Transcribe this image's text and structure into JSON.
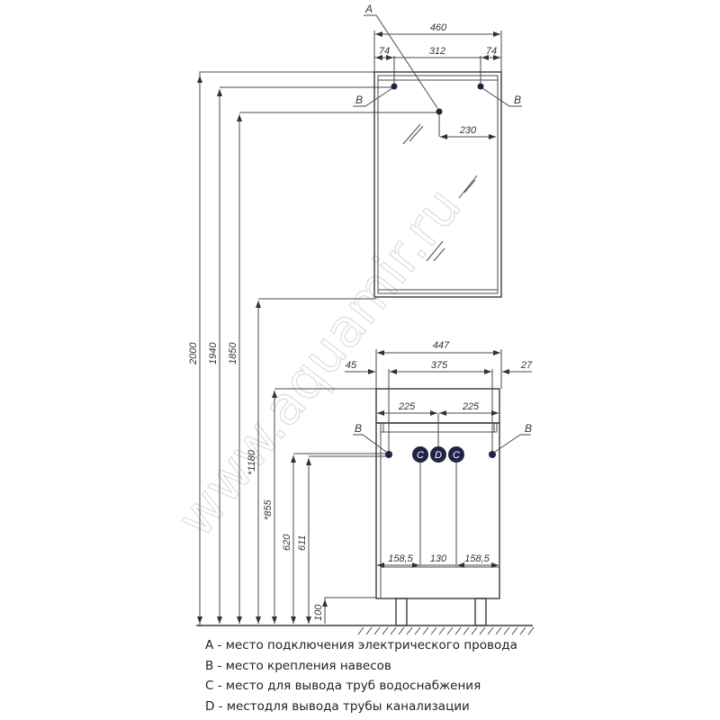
{
  "watermark": "www.aquamir.ru",
  "colors": {
    "line": "#4a4a4a",
    "marker": "#1f2445"
  },
  "mirror": {
    "point_a": "A",
    "point_b": "B",
    "dims": {
      "total_width": "460",
      "left_offset": "74",
      "between": "312",
      "right_offset": "74",
      "a_offset": "230"
    }
  },
  "vanity": {
    "point_b": "B",
    "point_c": "C",
    "point_d": "D",
    "dims": {
      "total_width": "447",
      "left": "45",
      "inner": "375",
      "right": "27",
      "half_left": "225",
      "half_right": "225",
      "c_left": "158,5",
      "c_between": "130",
      "c_right": "158,5"
    }
  },
  "heights": [
    "2000",
    "1940",
    "1850",
    "*1180",
    "*855",
    "620",
    "611",
    "100"
  ],
  "legend": [
    {
      "letter": "A",
      "text": " - место подключения электрического провода"
    },
    {
      "letter": "B",
      "text": " - место крепления навесов"
    },
    {
      "letter": "C",
      "text": " - место для вывода труб водоснабжения"
    },
    {
      "letter": "D",
      "text": " - местодля вывода трубы канализации"
    }
  ]
}
